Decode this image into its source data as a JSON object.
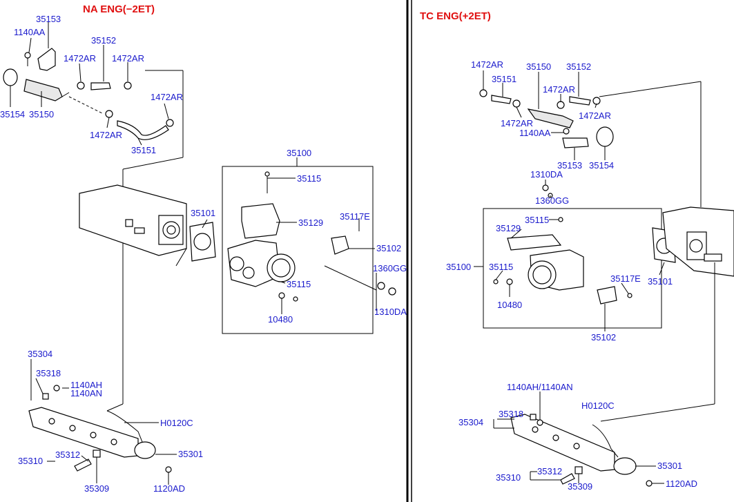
{
  "sections": {
    "left_title": "NA ENG(−2ET)",
    "right_title": "TC ENG(+2ET)"
  },
  "left": {
    "l_35153": "35153",
    "l_1140AA": "1140AA",
    "l_35152": "35152",
    "l_1472AR_a": "1472AR",
    "l_1472AR_b": "1472AR",
    "l_1472AR_c": "1472AR",
    "l_1472AR_d": "1472AR",
    "l_35154": "35154",
    "l_35150": "35150",
    "l_35151": "35151",
    "l_35100": "35100",
    "l_35115_a": "35115",
    "l_35101": "35101",
    "l_35129": "35129",
    "l_35117E": "35117E",
    "l_35102": "35102",
    "l_1360GG": "1360GG",
    "l_35115_b": "35115",
    "l_1310DA": "1310DA",
    "l_10480": "10480",
    "l_35304": "35304",
    "l_35318": "35318",
    "l_1140AH": "1140AH",
    "l_1140AN": "1140AN",
    "l_H0120C": "H0120C",
    "l_35301": "35301",
    "l_35310": "35310",
    "l_35312": "35312",
    "l_35309": "35309",
    "l_1120AD": "1120AD"
  },
  "right": {
    "r_1472AR_a": "1472AR",
    "r_35150": "35150",
    "r_35152": "35152",
    "r_35151": "35151",
    "r_1472AR_b": "1472AR",
    "r_1472AR_c": "1472AR",
    "r_1472AR_d": "1472AR",
    "r_1140AA": "1140AA",
    "r_35153": "35153",
    "r_35154": "35154",
    "r_1310DA": "1310DA",
    "r_1360GG": "1360GG",
    "r_35129": "35129",
    "r_35115_a": "35115",
    "r_35100": "35100",
    "r_35115_b": "35115",
    "r_35117E": "35117E",
    "r_35101": "35101",
    "r_10480": "10480",
    "r_35102": "35102",
    "r_1140AH_AN": "1140AH/1140AN",
    "r_H0120C": "H0120C",
    "r_35304": "35304",
    "r_35318": "35318",
    "r_35301": "35301",
    "r_35310": "35310",
    "r_35312": "35312",
    "r_35309": "35309",
    "r_1120AD": "1120AD"
  },
  "colors": {
    "label": "#1a1acc",
    "title": "#e01010",
    "line": "#000000"
  }
}
